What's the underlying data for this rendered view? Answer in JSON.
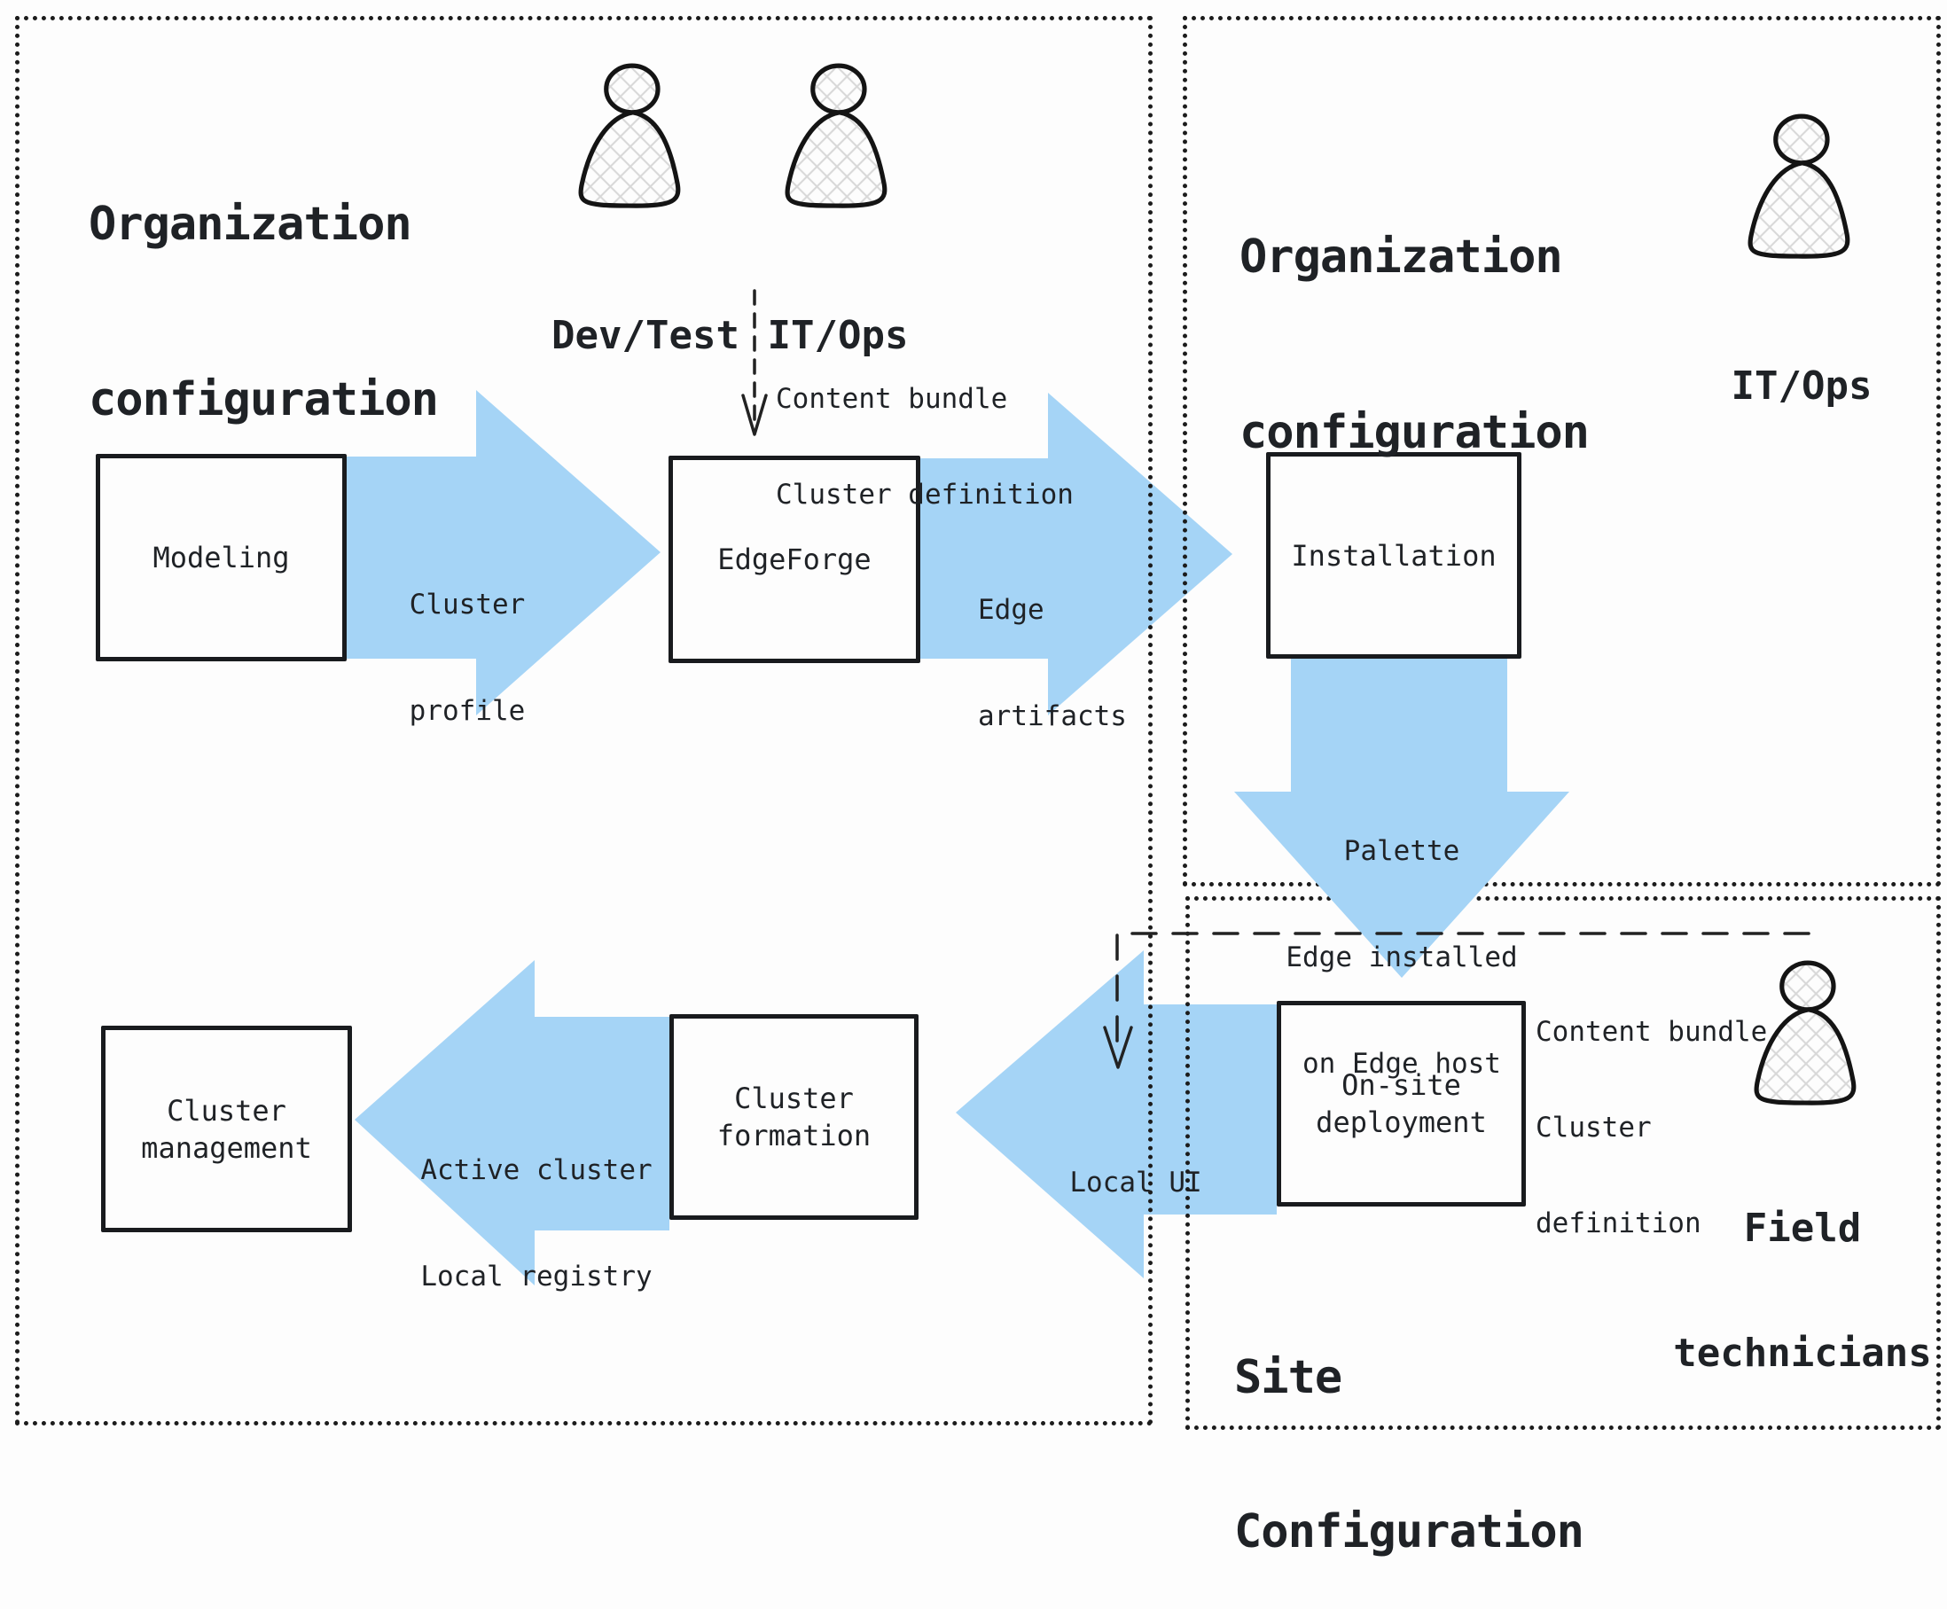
{
  "colors": {
    "arrow": "#a5d4f6",
    "ink": "#1f2226",
    "line": "#1c1c1c",
    "bg": "#fdfdfd",
    "hatch": "#d8d8d8"
  },
  "containers": {
    "org_left": {
      "title": [
        "Organization",
        "configuration"
      ]
    },
    "org_right": {
      "title": [
        "Organization",
        "configuration"
      ]
    },
    "site": {
      "title": [
        "Site",
        "Configuration"
      ]
    }
  },
  "actors": {
    "dev_test": {
      "label": "Dev/Test",
      "icon": "person-icon"
    },
    "it_ops_left": {
      "label": "IT/Ops",
      "icon": "person-icon"
    },
    "it_ops_right": {
      "label": "IT/Ops",
      "icon": "person-icon"
    },
    "field_technicians": {
      "label": [
        "Field",
        "technicians"
      ],
      "icon": "person-icon"
    }
  },
  "nodes": {
    "modeling": {
      "label": [
        "Modeling"
      ]
    },
    "edgeforge": {
      "label": [
        "EdgeForge"
      ]
    },
    "installation": {
      "label": [
        "Installation"
      ]
    },
    "onsite_deployment": {
      "label": [
        "On-site",
        "deployment"
      ]
    },
    "cluster_formation": {
      "label": [
        "Cluster",
        "formation"
      ]
    },
    "cluster_management": {
      "label": [
        "Cluster",
        "management"
      ]
    }
  },
  "flows": {
    "cluster_profile": {
      "label": [
        "Cluster",
        "profile"
      ]
    },
    "edge_artifacts": {
      "label": [
        "Edge",
        "artifacts"
      ]
    },
    "palette_edge_installed": {
      "label": [
        "Palette",
        "Edge installed",
        "on Edge host"
      ]
    },
    "local_ui": {
      "label": [
        "Local UI"
      ]
    },
    "active_cluster": {
      "label": [
        "Active cluster",
        "Local registry"
      ]
    },
    "content_bundle_top": {
      "label": [
        "Content bundle",
        "Cluster definition"
      ]
    },
    "content_bundle_site": {
      "label": [
        "Content bundle",
        "Cluster",
        "definition"
      ]
    }
  }
}
